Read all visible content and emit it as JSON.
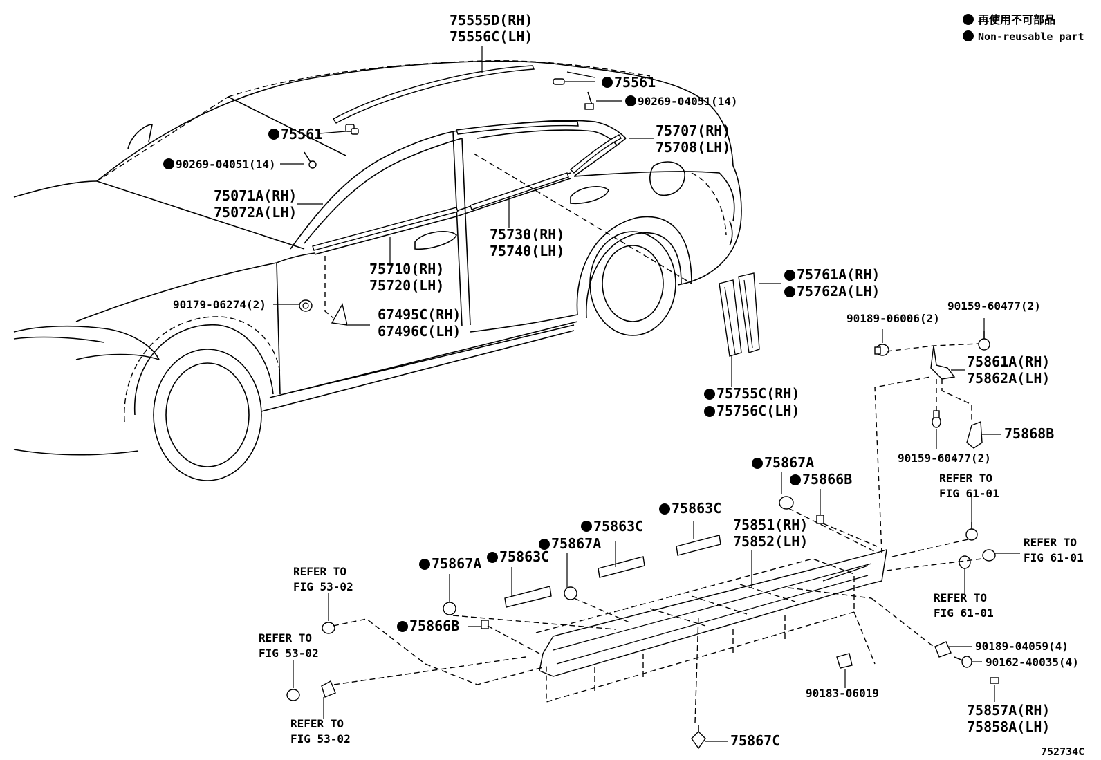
{
  "legend": {
    "ja": "再使用不可部品",
    "en": "Non-reusable part"
  },
  "figure_code": "752734C",
  "labels": {
    "l01a": "75555D(RH)",
    "l01b": "75556C(LH)",
    "l02": "75561",
    "l03": "90269-04051(14)",
    "l04": "75561",
    "l05a": "75707(RH)",
    "l05b": "75708(LH)",
    "l06": "90269-04051(14)",
    "l07a": "75071A(RH)",
    "l07b": "75072A(LH)",
    "l08a": "75730(RH)",
    "l08b": "75740(LH)",
    "l09a": "75710(RH)",
    "l09b": "75720(LH)",
    "l10": "90179-06274(2)",
    "l11a": "67495C(RH)",
    "l11b": "67496C(LH)",
    "l12a": "75761A(RH)",
    "l12b": "75762A(LH)",
    "l13a": "75755C(RH)",
    "l13b": "75756C(LH)",
    "l14": "90159-60477(2)",
    "l15": "90189-06006(2)",
    "l16a": "75861A(RH)",
    "l16b": "75862A(LH)",
    "l17": "75868B",
    "l18": "90159-60477(2)",
    "l19": "75867A",
    "l20": "75866B",
    "l21a": "REFER TO",
    "l21b": "FIG 61-01",
    "l22": "75863C",
    "l23": "75863C",
    "l24a": "75851(RH)",
    "l24b": "75852(LH)",
    "l25": "75867A",
    "l26": "75863C",
    "l27": "75867A",
    "l28a": "REFER TO",
    "l28b": "FIG 61-01",
    "l29a": "REFER TO",
    "l29b": "FIG 61-01",
    "l30a": "REFER TO",
    "l30b": "FIG 53-02",
    "l31": "75866B",
    "l32a": "REFER TO",
    "l32b": "FIG 53-02",
    "l33": "90189-04059(4)",
    "l34": "90162-40035(4)",
    "l35": "90183-06019",
    "l36a": "75857A(RH)",
    "l36b": "75858A(LH)",
    "l37a": "REFER TO",
    "l37b": "FIG 53-02",
    "l38": "75867C"
  }
}
